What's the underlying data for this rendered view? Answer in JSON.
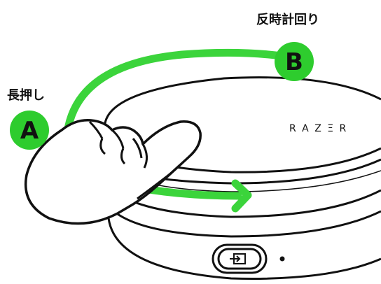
{
  "instructions": {
    "rotate_label": "反時計回り",
    "long_press_label": "長押し"
  },
  "steps": {
    "a": "A",
    "b": "B"
  },
  "device": {
    "brand": "R A Z Ξ R"
  },
  "colors": {
    "accent_green": "#3bd43b",
    "badge_green": "#2ecc2e",
    "line": "#111111",
    "fill": "#ffffff"
  },
  "icons": {
    "input_button": "input-arrow-icon",
    "indicator": "led-dot-icon"
  }
}
